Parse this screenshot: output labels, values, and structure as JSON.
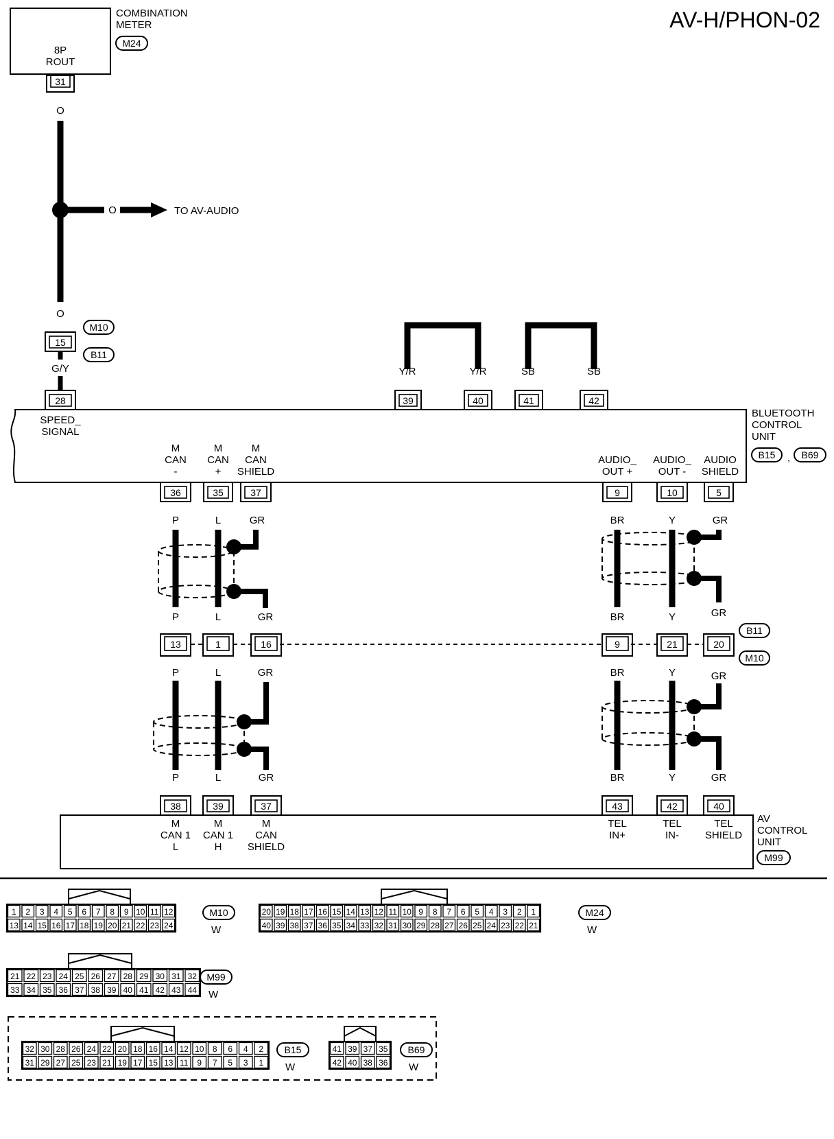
{
  "title": "AV-H/PHON-02",
  "combination_meter": {
    "name_lines": [
      "COMBINATION",
      "METER"
    ],
    "connector": "M24",
    "inner_lines": [
      "8P",
      "ROUT"
    ],
    "pin": "31"
  },
  "wire_top": {
    "color_a": "O",
    "color_b": "O",
    "branch_color": "O",
    "branch_label": "TO AV-AUDIO"
  },
  "joint_speed": {
    "pin": "15",
    "conn_top": "M10",
    "conn_bottom": "B11",
    "color": "G/Y"
  },
  "bluetooth_unit": {
    "name_lines": [
      "BLUETOOTH",
      "CONTROL",
      "UNIT"
    ],
    "connectors": [
      "B15",
      "B69"
    ],
    "separator": ",",
    "speed_pin": "28",
    "speed_label": [
      "SPEED_",
      "SIGNAL"
    ],
    "jumpers": [
      {
        "pins": [
          "39",
          "40"
        ],
        "color": "Y/R"
      },
      {
        "pins": [
          "41",
          "42"
        ],
        "color": "SB"
      }
    ],
    "left_pins": [
      {
        "pin": "36",
        "label": [
          "M",
          "CAN",
          "-"
        ]
      },
      {
        "pin": "35",
        "label": [
          "M",
          "CAN",
          "+"
        ]
      },
      {
        "pin": "37",
        "label": [
          "M",
          "CAN",
          "SHIELD"
        ]
      }
    ],
    "right_pins": [
      {
        "pin": "9",
        "label": [
          "AUDIO_",
          "OUT +"
        ]
      },
      {
        "pin": "10",
        "label": [
          "AUDIO_",
          "OUT -"
        ]
      },
      {
        "pin": "5",
        "label": [
          "AUDIO",
          "SHIELD"
        ]
      }
    ]
  },
  "wire_colors": {
    "left": [
      "P",
      "L",
      "GR"
    ],
    "right": [
      "BR",
      "Y",
      "GR"
    ]
  },
  "middle_joint": {
    "left_pins": [
      "13",
      "1",
      "16"
    ],
    "right_pins": [
      "9",
      "21",
      "20"
    ],
    "conn_top": "B11",
    "conn_bottom": "M10"
  },
  "av_unit": {
    "name_lines": [
      "AV",
      "CONTROL",
      "UNIT"
    ],
    "connector": "M99",
    "left_pins": [
      {
        "pin": "38",
        "label": [
          "M",
          "CAN 1",
          "L"
        ]
      },
      {
        "pin": "39",
        "label": [
          "M",
          "CAN 1",
          "H"
        ]
      },
      {
        "pin": "37",
        "label": [
          "M",
          "CAN",
          "SHIELD"
        ]
      }
    ],
    "right_pins": [
      {
        "pin": "43",
        "label": [
          "TEL",
          "IN+"
        ]
      },
      {
        "pin": "42",
        "label": [
          "TEL",
          "IN-"
        ]
      },
      {
        "pin": "40",
        "label": [
          "TEL",
          "SHIELD"
        ]
      }
    ]
  },
  "connector_faces": [
    {
      "id": "M10",
      "color": "W",
      "top": [
        "1",
        "2",
        "3",
        "4",
        "5",
        "6",
        "7",
        "8",
        "9",
        "10",
        "11",
        "12"
      ],
      "bottom": [
        "13",
        "14",
        "15",
        "16",
        "17",
        "18",
        "19",
        "20",
        "21",
        "22",
        "23",
        "24"
      ]
    },
    {
      "id": "M24",
      "color": "W",
      "top": [
        "20",
        "19",
        "18",
        "17",
        "16",
        "15",
        "14",
        "13",
        "12",
        "11",
        "10",
        "9",
        "8",
        "7",
        "6",
        "5",
        "4",
        "3",
        "2",
        "1"
      ],
      "bottom": [
        "40",
        "39",
        "38",
        "37",
        "36",
        "35",
        "34",
        "33",
        "32",
        "31",
        "30",
        "29",
        "28",
        "27",
        "26",
        "25",
        "24",
        "23",
        "22",
        "21"
      ]
    },
    {
      "id": "M99",
      "color": "W",
      "top": [
        "21",
        "22",
        "23",
        "24",
        "25",
        "26",
        "27",
        "28",
        "29",
        "30",
        "31",
        "32"
      ],
      "bottom": [
        "33",
        "34",
        "35",
        "36",
        "37",
        "38",
        "39",
        "40",
        "41",
        "42",
        "43",
        "44"
      ]
    },
    {
      "id": "B15",
      "color": "W",
      "top": [
        "32",
        "30",
        "28",
        "26",
        "24",
        "22",
        "20",
        "18",
        "16",
        "14",
        "12",
        "10",
        "8",
        "6",
        "4",
        "2"
      ],
      "bottom": [
        "31",
        "29",
        "27",
        "25",
        "23",
        "21",
        "19",
        "17",
        "15",
        "13",
        "11",
        "9",
        "7",
        "5",
        "3",
        "1"
      ]
    },
    {
      "id": "B69",
      "color": "W",
      "top": [
        "41",
        "39",
        "37",
        "35"
      ],
      "bottom": [
        "42",
        "40",
        "38",
        "36"
      ]
    }
  ]
}
